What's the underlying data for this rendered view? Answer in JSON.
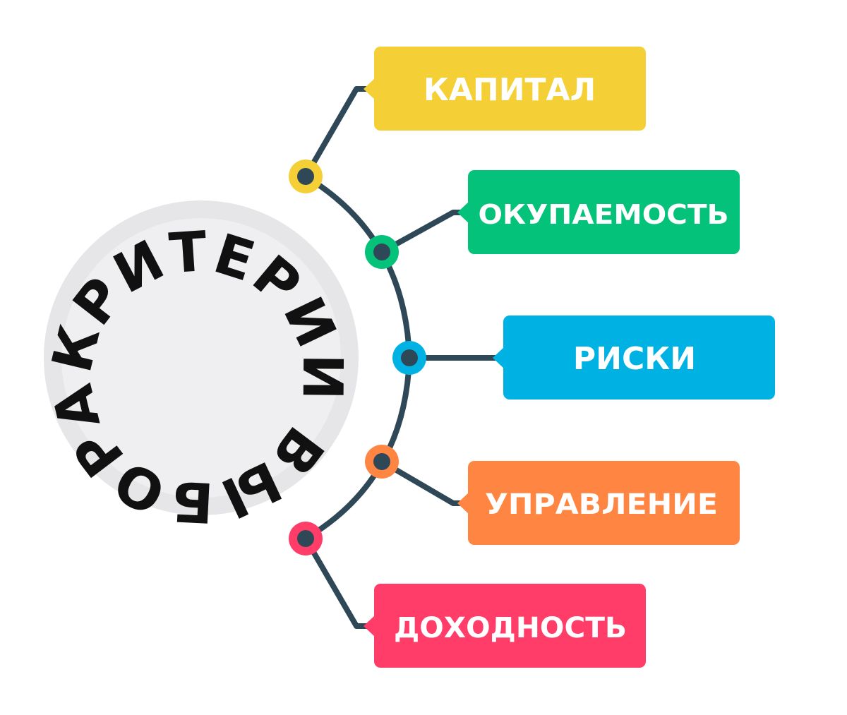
{
  "center": {
    "title": "КРИТЕРИИ ВЫБОРА",
    "ring_color": "#e6e6e9",
    "inner_color": "#efeff1",
    "text_color": "#111111"
  },
  "connector_color": "#2f4858",
  "criteria": [
    {
      "label": "КАПИТАЛ",
      "color": "#f4cf36"
    },
    {
      "label": "ОКУПАЕМОСТЬ",
      "color": "#05c27a"
    },
    {
      "label": "РИСКИ",
      "color": "#00b2e3"
    },
    {
      "label": "УПРАВЛЕНИЕ",
      "color": "#ff8543"
    },
    {
      "label": "ДОХОДНОСТЬ",
      "color": "#ff3d68"
    }
  ]
}
